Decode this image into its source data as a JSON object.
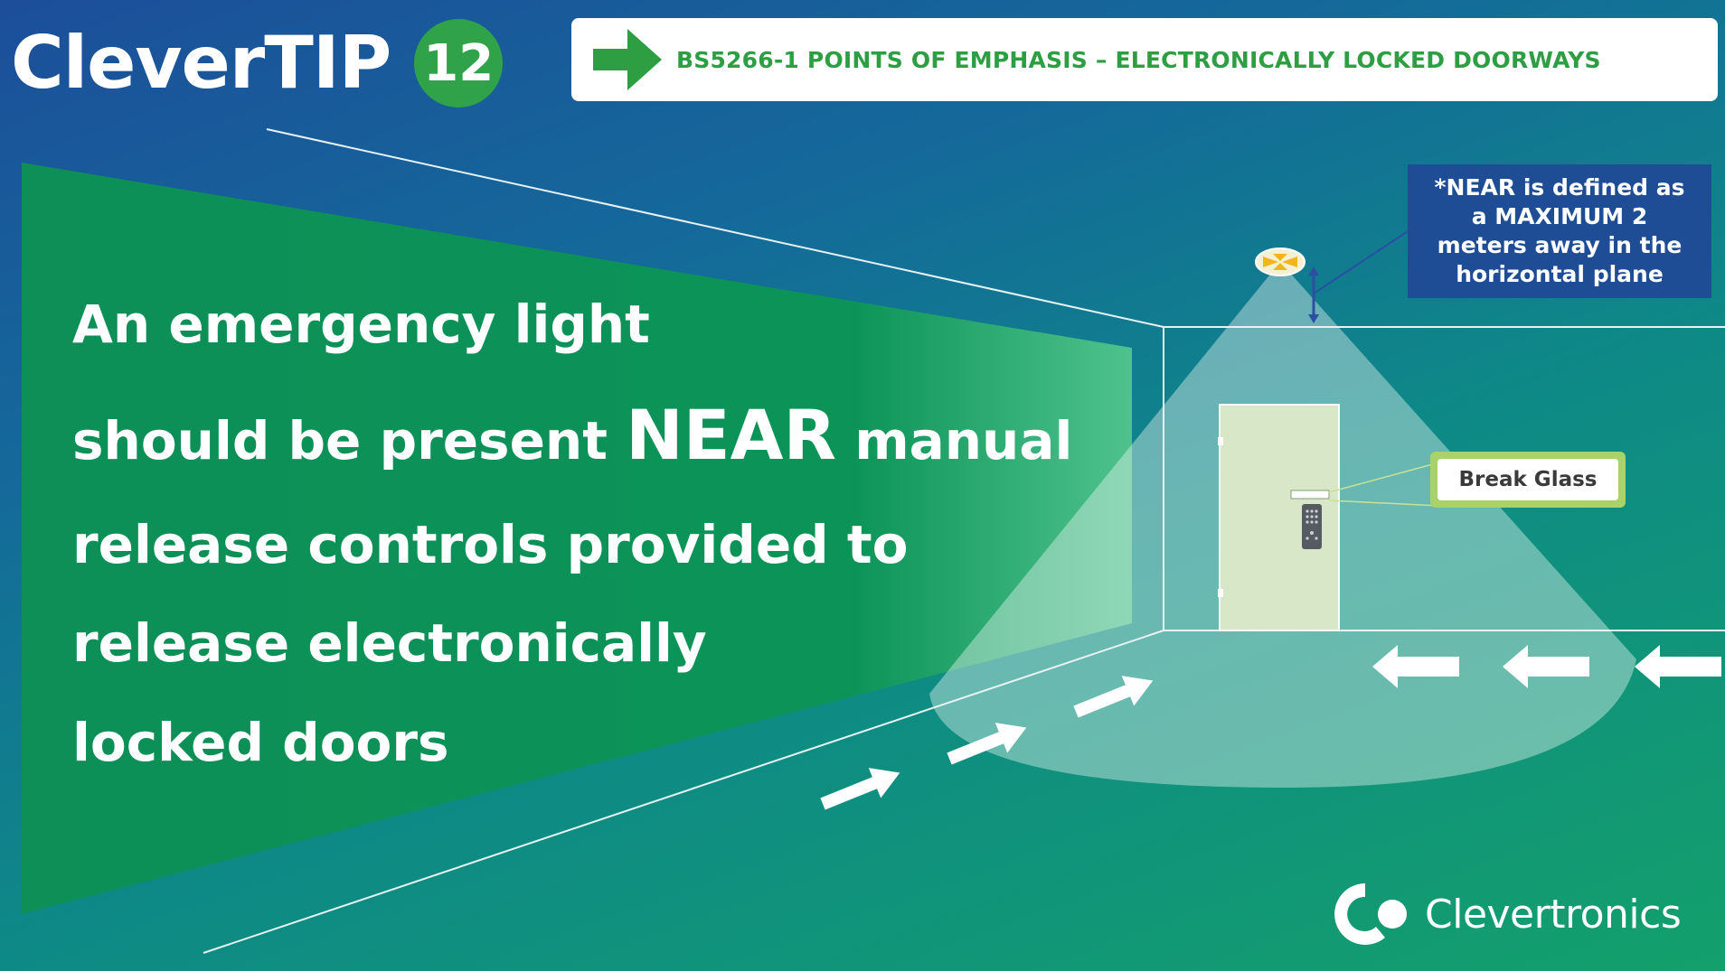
{
  "brand": {
    "title": "CleverTIP",
    "tip_number": "12"
  },
  "header": {
    "title": "BS5266-1 POINTS OF EMPHASIS – ELECTRONICALLY LOCKED DOORWAYS",
    "icon": "arrow-right-icon"
  },
  "main_text": {
    "line1": "An emergency light",
    "line2_before": "should be present ",
    "line2_emphasis": "NEAR",
    "line2_after": " manual",
    "line3": "release controls provided to",
    "line4": "release electronically",
    "line5": "locked doors"
  },
  "note": {
    "line1": "*NEAR is defined as",
    "line2": "a MAXIMUM 2",
    "line3": "meters away in the",
    "line4": "horizontal plane"
  },
  "callout": {
    "label": "Break Glass"
  },
  "logo": {
    "name": "Clevertronics"
  },
  "colors": {
    "accent_green": "#2e9e43",
    "badge_green": "#2fa24a",
    "note_blue": "#1e4d96",
    "callout_border": "#a9d36a"
  }
}
